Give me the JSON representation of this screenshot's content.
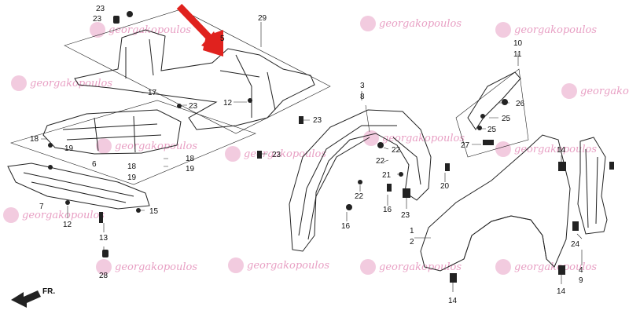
{
  "watermark_text": "georgakopoulos",
  "front_indicator": "FR.",
  "labels": {
    "l23a": "23",
    "l23b": "23",
    "l29": "29",
    "l5": "5",
    "l17": "17",
    "l12a": "12",
    "l23c": "23",
    "l23d": "23",
    "l18a": "18",
    "l19a": "19",
    "l6": "6",
    "l18b": "18",
    "l19b": "19",
    "l18c": "18",
    "l19c": "19",
    "l23e": "23",
    "l7": "7",
    "l12b": "12",
    "l15": "15",
    "l13": "13",
    "l28": "28",
    "l3": "3",
    "l8": "8",
    "l22a": "22",
    "l22b": "22",
    "l21": "21",
    "l20": "20",
    "l22c": "22",
    "l16a": "16",
    "l23f": "23",
    "l16b": "16",
    "l10": "10",
    "l11": "11",
    "l26": "26",
    "l25a": "25",
    "l25b": "25",
    "l27": "27",
    "l14a": "14",
    "l1": "1",
    "l2": "2",
    "l24": "24",
    "l4": "4",
    "l9": "9",
    "l14b": "14"
  },
  "colors": {
    "arrow": "#e0221e",
    "watermark": "#e8a0c4",
    "line": "#222222"
  }
}
